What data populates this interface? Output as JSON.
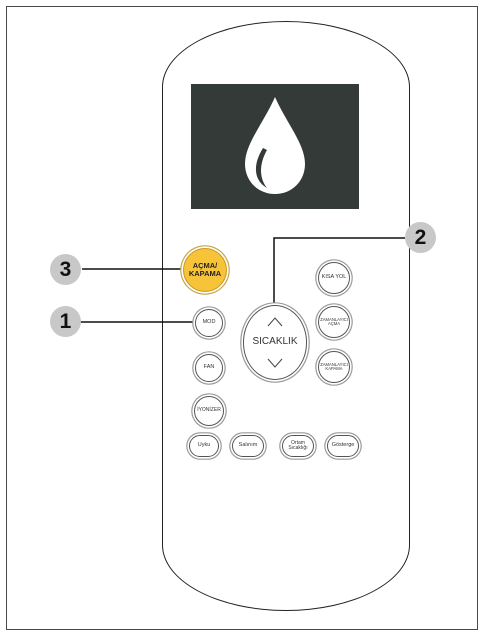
{
  "buttons": {
    "on_off": "AÇMA/\nKAPAMA",
    "mode": "MOD",
    "fan": "FAN",
    "ionizer": "İYONİZER",
    "temperature": "SICAKLIK",
    "short_way": "KISA YOL",
    "timer_on": "ZAMANLAYICI\nAÇMA",
    "timer_off": "ZAMANLAYICI\nKAPAMA",
    "sleep": "Uyku",
    "swing": "Salınım",
    "ambient_temp": "Ortam\nSıcaklığı",
    "display": "Gösterge"
  },
  "callouts": {
    "c1": "1",
    "c2": "2",
    "c3": "3"
  },
  "icons": {
    "display_icon": "water-drop-icon",
    "up": "chevron-up-icon",
    "down": "chevron-down-icon"
  },
  "colors": {
    "on_off_button": "#f7c338",
    "display_background": "#343a37",
    "callout_badge": "#c8c8c8"
  }
}
